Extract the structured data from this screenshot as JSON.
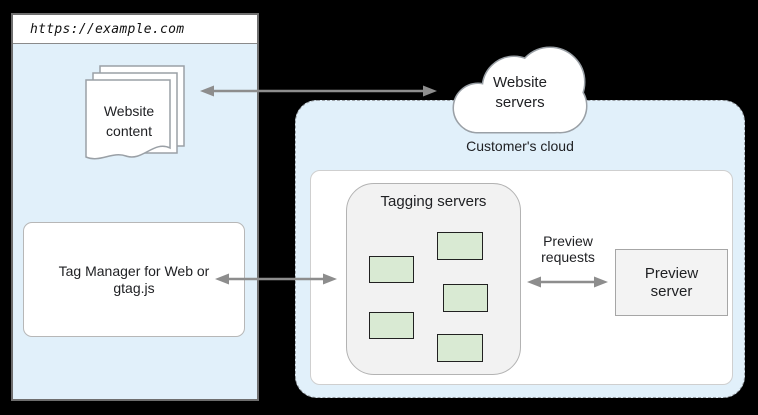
{
  "colors": {
    "background": "#000000",
    "panel_blue": "#e1f0fa",
    "server_green": "#d9ead3",
    "tagging_gray": "#f2f2f2",
    "preview_gray": "#f3f3f3",
    "arrow_gray": "#8d8d8d"
  },
  "browser": {
    "url": "https://example.com",
    "website_content": {
      "label": "Website content"
    },
    "tag_manager": {
      "label": "Tag Manager for Web or gtag.js"
    }
  },
  "website_servers": {
    "label": "Website servers"
  },
  "customer_cloud": {
    "label": "Customer's cloud",
    "tagging": {
      "label": "Tagging servers",
      "instance_count": 5
    },
    "preview": {
      "requests_label": "Preview requests",
      "server_label": "Preview server"
    }
  },
  "icons": {
    "document_stack": "document-stack-icon",
    "cloud": "cloud-icon",
    "arrows": [
      "browser-website-servers-arrow",
      "tag-manager-tagging-servers-arrow",
      "tagging-preview-arrow"
    ]
  }
}
